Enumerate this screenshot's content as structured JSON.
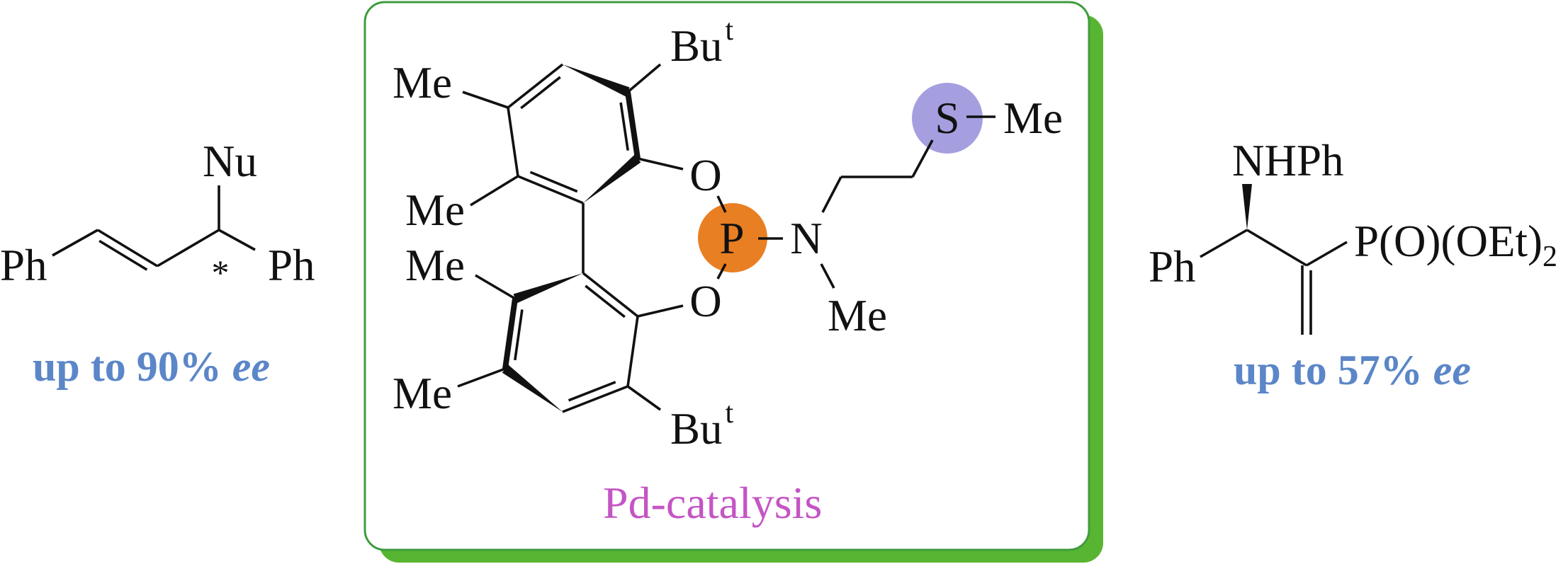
{
  "colors": {
    "ee_text": "#5b86c8",
    "catalysis_text": "#c455c4",
    "phosphorus_highlight": "#e97f23",
    "sulfur_highlight": "#a59fe0",
    "box_border": "#3f9b3f",
    "box_shadow": "#58b531"
  },
  "left_product": {
    "ph_left": "Ph",
    "nu": "Nu",
    "stereo_mark": "*",
    "ph_right": "Ph",
    "ee": {
      "prefix": "up to 90%",
      "suffix": "ee"
    }
  },
  "ligand": {
    "me_1": "Me",
    "me_2": "Me",
    "me_3": "Me",
    "me_4": "Me",
    "but_top": {
      "main": "Bu",
      "sup": "t"
    },
    "but_bottom": {
      "main": "Bu",
      "sup": "t"
    },
    "o_top": "O",
    "o_bottom": "O",
    "p": "P",
    "n": "N",
    "n_me": "Me",
    "s": "S",
    "s_me": "Me",
    "caption": "Pd-catalysis"
  },
  "right_product": {
    "nhph": "NHPh",
    "ph": "Ph",
    "phosphonate": {
      "main": "P(O)(OEt)",
      "sub": "2"
    },
    "ee": {
      "prefix": "up to 57%",
      "suffix": "ee"
    }
  }
}
